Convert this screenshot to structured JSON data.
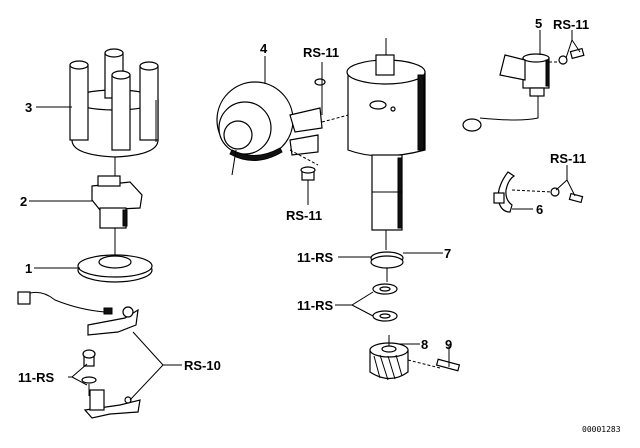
{
  "diagram": {
    "title": "Distributor parts diagram",
    "image_code": "00001283",
    "callouts": [
      {
        "id": "c3",
        "text": "3",
        "part": "distributor cap"
      },
      {
        "id": "c2",
        "text": "2",
        "part": "rotor"
      },
      {
        "id": "c1",
        "text": "1",
        "part": "dust shield"
      },
      {
        "id": "c4",
        "text": "4",
        "part": "vacuum unit"
      },
      {
        "id": "c5",
        "text": "5",
        "part": "pulse sender"
      },
      {
        "id": "c6",
        "text": "6",
        "part": "clamp"
      },
      {
        "id": "c7",
        "text": "7",
        "part": "sealing ring"
      },
      {
        "id": "c8",
        "text": "8",
        "part": "drive gear"
      },
      {
        "id": "c9",
        "text": "9",
        "part": "pin"
      }
    ],
    "refs": {
      "rs11_top": "RS-11",
      "rs11_bottom": "RS-11",
      "rs11_right_top": "RS-11",
      "rs11_right_mid": "RS-11",
      "rs11_left_7": "11-RS",
      "rs11_left_washers": "11-RS",
      "rs11_left_bottom": "11-RS",
      "rs10": "RS-10"
    }
  }
}
